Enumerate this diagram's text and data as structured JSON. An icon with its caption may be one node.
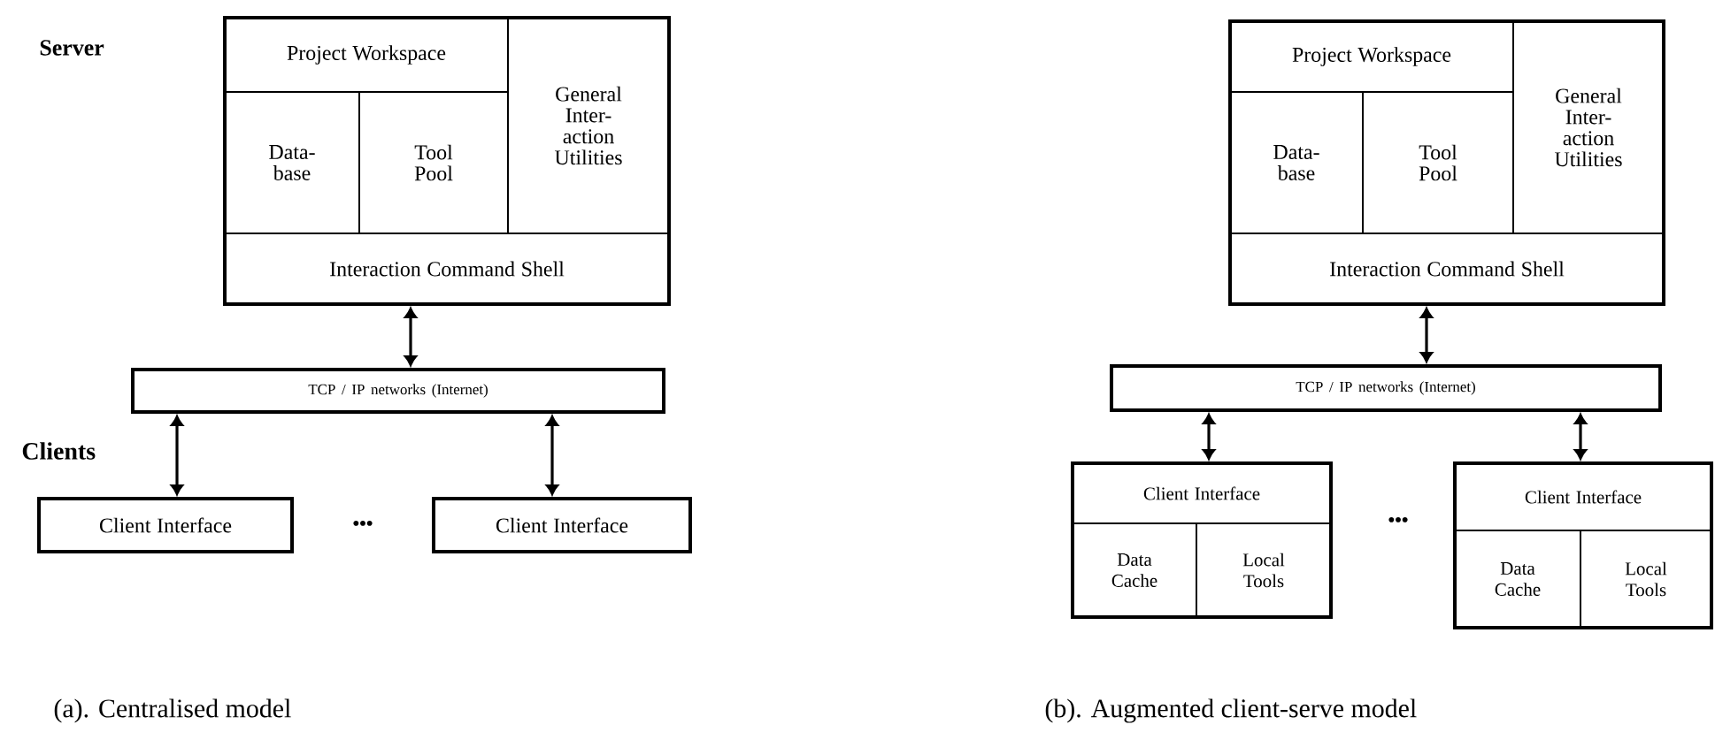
{
  "diagram": {
    "nodes": [
      {
        "text": [],
        "shape": "box"
      },
      {
        "text": [
          "Project Workspace"
        ],
        "in": 0
      },
      {
        "text": [
          "Data- base"
        ],
        "in": 0
      },
      {
        "text": [
          "Tool Pool"
        ],
        "in": 0
      },
      {
        "text": [
          "General Inter- action Utilities"
        ],
        "in": 0
      },
      {
        "text": [
          "Interaction Command Shell"
        ],
        "in": 0
      },
      {
        "text": [
          "TCP / IP networks (Internet)"
        ]
      },
      {
        "text": [
          "Client Interface"
        ]
      },
      {
        "text": [
          "Client Interface"
        ]
      },
      {
        "text": [],
        "shape": "box"
      },
      {
        "text": [
          "Project Workspace"
        ],
        "in": 9
      },
      {
        "text": [
          "Data- base"
        ],
        "in": 9
      },
      {
        "text": [
          "Tool Pool"
        ],
        "in": 9
      },
      {
        "text": [
          "General Inter- action Utilities"
        ],
        "in": 9
      },
      {
        "text": [
          "Interaction Command Shell"
        ],
        "in": 9
      },
      {
        "text": [
          "TCP / IP networks (Internet)"
        ]
      },
      {
        "text": [],
        "shape": "box"
      },
      {
        "text": [
          "Client Interface"
        ],
        "in": 16
      },
      {
        "text": [
          "Data Cache"
        ],
        "in": 16
      },
      {
        "text": [
          "Local Tools"
        ],
        "in": 16
      },
      {
        "text": [],
        "shape": "box"
      },
      {
        "text": [
          "Client Interface"
        ],
        "in": 20
      },
      {
        "text": [
          "Data Cache"
        ],
        "in": 20
      },
      {
        "text": [
          "Local Tools"
        ],
        "in": 20
      }
    ],
    "edges": [
      {
        "from": 0,
        "to": 6,
        "arrow": "both"
      },
      {
        "from": 6,
        "to": 7,
        "arrow": "both"
      },
      {
        "from": 6,
        "to": 8,
        "arrow": "both"
      },
      {
        "from": 9,
        "to": 15,
        "arrow": "both"
      },
      {
        "from": 15,
        "to": 16,
        "arrow": "both"
      },
      {
        "from": 15,
        "to": 20,
        "arrow": "both"
      }
    ],
    "labels": [
      "Server",
      "Clients",
      "•••",
      "•••",
      "(a). Centralised model",
      "(b). Augmented client-serve model"
    ]
  }
}
